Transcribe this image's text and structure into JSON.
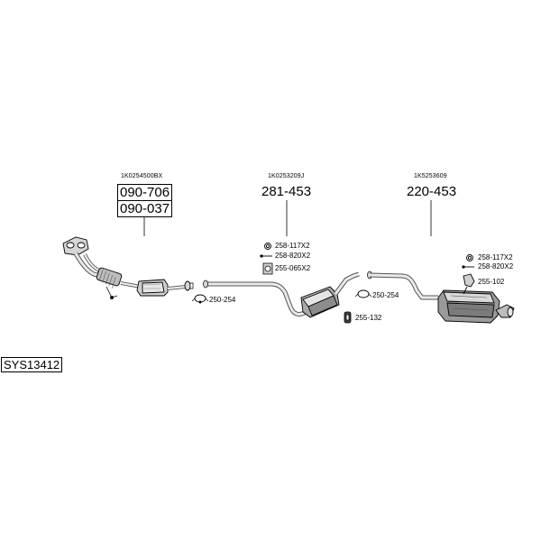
{
  "diagram": {
    "system_code": "SYS13412",
    "sections": [
      {
        "ref": "1K0254500BX",
        "part_numbers": [
          "090-706",
          "090-037"
        ]
      },
      {
        "ref": "1K0253209J",
        "part_numbers": [
          "281-453"
        ]
      },
      {
        "ref": "1K5253609",
        "part_numbers": [
          "220-453"
        ]
      }
    ],
    "small_parts": {
      "front_clamp": "250-254",
      "mid_ring": "258-117X2",
      "mid_bolt": "258-820X2",
      "mid_hanger": "255-065X2",
      "mid_rubber": "255-132",
      "mid_clamp": "250-254",
      "rear_ring": "258-117X2",
      "rear_bolt": "258-820X2",
      "rear_hanger": "255-102"
    }
  }
}
